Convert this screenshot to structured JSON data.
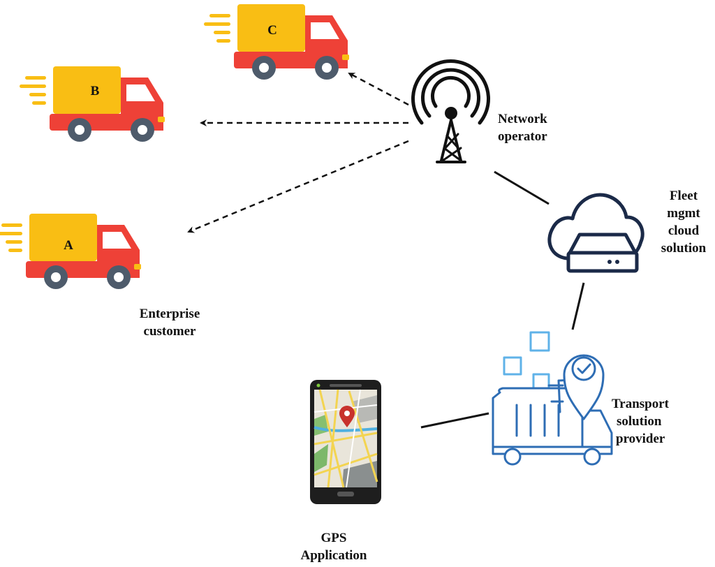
{
  "trucks": [
    {
      "id": "A",
      "label": "A"
    },
    {
      "id": "B",
      "label": "B"
    },
    {
      "id": "C",
      "label": "C"
    }
  ],
  "labels": {
    "enterprise": [
      "Enterprise",
      "customer"
    ],
    "network": [
      "Network",
      "operator"
    ],
    "fleet": [
      "Fleet",
      "mgmt",
      "cloud",
      "solution"
    ],
    "transport": [
      "Transport",
      "solution",
      "provider"
    ],
    "gps": [
      "GPS",
      "Application"
    ]
  },
  "colors": {
    "truck_cargo": "#F9BE14",
    "truck_cab": "#EE4137",
    "wheel": "#4E5B6B",
    "navy": "#1B2A48",
    "icon_blue": "#2E6DB4",
    "light_blue": "#5FB2E8"
  },
  "icons": {
    "tower": "radio-tower-icon",
    "cloud": "cloud-server-icon",
    "transport": "delivery-truck-location-icon",
    "phone": "smartphone-map-icon"
  }
}
